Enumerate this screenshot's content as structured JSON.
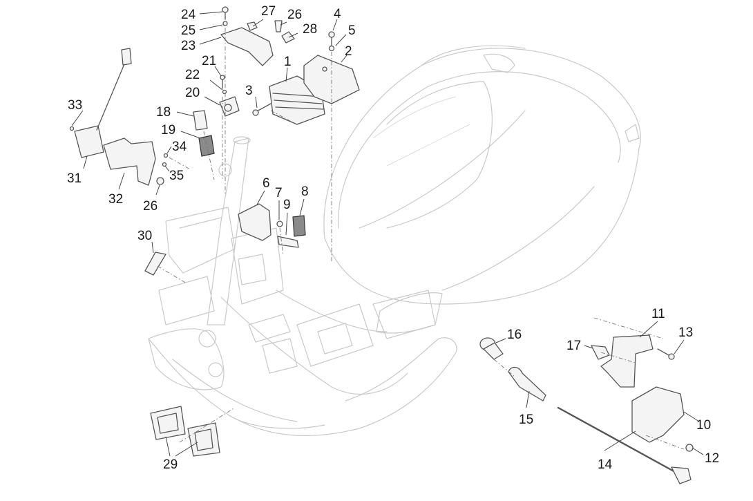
{
  "callouts": {
    "c1": "1",
    "c2": "2",
    "c3": "3",
    "c4": "4",
    "c5": "5",
    "c6": "6",
    "c7": "7",
    "c8": "8",
    "c9": "9",
    "c10": "10",
    "c11": "11",
    "c12": "12",
    "c13": "13",
    "c14": "14",
    "c15": "15",
    "c16": "16",
    "c17": "17",
    "c18": "18",
    "c19": "19",
    "c20": "20",
    "c21": "21",
    "c22": "22",
    "c23": "23",
    "c24": "24",
    "c25": "25",
    "c26a": "26",
    "c26b": "26",
    "c27": "27",
    "c28": "28",
    "c29": "29",
    "c30": "30",
    "c31": "31",
    "c32": "32",
    "c33": "33",
    "c34": "34",
    "c35": "35"
  },
  "colors": {
    "frame_outline": "#c9c9c9",
    "part_outline": "#555555",
    "callout_text": "#1a1a1a"
  }
}
